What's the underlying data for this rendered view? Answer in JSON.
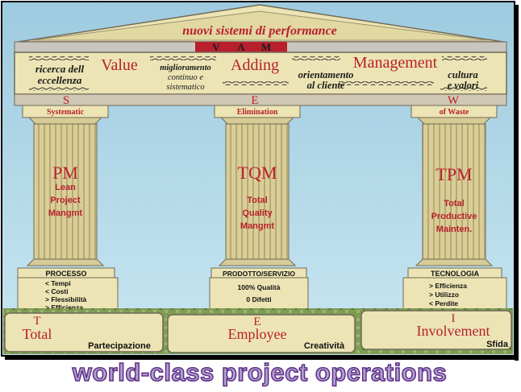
{
  "pediment": {
    "title": "nuovi sistemi di performance"
  },
  "vam": {
    "letters": [
      "V",
      "A",
      "M"
    ]
  },
  "frieze": {
    "value": "Value",
    "adding": "Adding",
    "management": "Management",
    "ricerca_1": "ricerca dell",
    "ricerca_2": "eccellenza",
    "miglior_1": "miglioramento",
    "miglior_2": "continuo e",
    "miglior_3": "sistematico",
    "orient_1": "orientamento",
    "orient_2": "al cliente",
    "cultura_1": "cultura",
    "cultura_2": "e valori"
  },
  "columns": [
    {
      "letter": "S",
      "capital": "Systematic",
      "acronym": "PM",
      "desc": [
        "Lean",
        "Project",
        "Mangmt"
      ],
      "base_title": "PROCESSO",
      "base_items": [
        "< Tempi",
        "< Costi",
        "> Flessibilità",
        "> Efficienza"
      ]
    },
    {
      "letter": "E",
      "capital": "Elimination",
      "acronym": "TQM",
      "desc": [
        "Total",
        "Quality",
        "Mangmt"
      ],
      "base_title": "PRODOTTO/SERVIZIO",
      "base_items": [
        "100% Qualità",
        "0 Difetti"
      ]
    },
    {
      "letter": "W",
      "capital": "of Waste",
      "acronym": "TPM",
      "desc": [
        "Total",
        "Productive",
        "Mainten."
      ],
      "base_title": "TECNOLOGIA",
      "base_items": [
        "> Efficienza",
        "> Utilizzo",
        "< Perdite"
      ]
    }
  ],
  "foundation": [
    {
      "letter": "T",
      "word": "Total",
      "sub": "Partecipazione"
    },
    {
      "letter": "E",
      "word": "Employee",
      "sub": "Creatività"
    },
    {
      "letter": "I",
      "word": "Involvement",
      "sub": "Sfida"
    }
  ],
  "footer": {
    "title": "world-class project operations"
  },
  "colors": {
    "stone": "#ece4b4",
    "column": "#d7cb96",
    "crimson": "#b8202e",
    "sky": "#a9d4e6",
    "grass": "#7e9a56",
    "footer_fill": "#b49fd0",
    "footer_stroke": "#5b2f86"
  }
}
